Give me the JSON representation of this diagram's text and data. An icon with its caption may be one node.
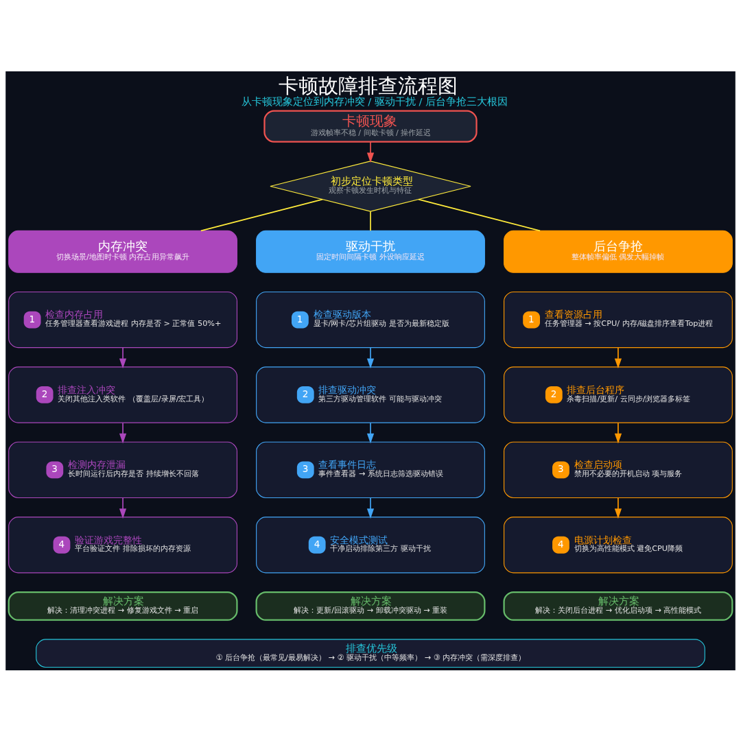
{
  "diagram": {
    "title": "卡顿故障排查流程图",
    "caption": "从卡顿现象定位到内存冲突 / 驱动干扰 / 后台争抢三大根因",
    "nodes": [
      {
        "text": [
          "卡顿现象",
          "游戏帧率不稳 / 间歇卡顿 / 操作延迟"
        ]
      },
      {
        "text": [
          "初步定位卡顿类型",
          "观察卡顿发生时机与特征"
        ]
      },
      {
        "text": [
          "内存冲突",
          "切换场景/地图时卡顿 内存占用异常飙升"
        ]
      },
      {
        "text": [
          "1",
          "检查内存占用",
          "任务管理器查看游戏进程 内存是否 > 正常值 50%+"
        ]
      },
      {
        "text": [
          "2",
          "排查注入冲突",
          "关闭其他注入类软件 （覆盖层/录屏/宏工具）"
        ]
      },
      {
        "text": [
          "3",
          "检测内存泄漏",
          "长时间运行后内存是否 持续增长不回落"
        ]
      },
      {
        "text": [
          "4",
          "验证游戏完整性",
          "平台验证文件 排除损坏的内存资源"
        ]
      },
      {
        "text": [
          "解决方案",
          "解决：清理冲突进程 → 修复游戏文件 → 重启"
        ]
      },
      {
        "text": [
          "驱动干扰",
          "固定时间间隔卡顿 外设响应延迟"
        ]
      },
      {
        "text": [
          "1",
          "检查驱动版本",
          "显卡/网卡/芯片组驱动 是否为最新稳定版"
        ]
      },
      {
        "text": [
          "2",
          "排查驱动冲突",
          "第三方驱动管理软件 可能与驱动冲突"
        ]
      },
      {
        "text": [
          "3",
          "查看事件日志",
          "事件查看器 → 系统日志筛选驱动错误"
        ]
      },
      {
        "text": [
          "4",
          "安全模式测试",
          "干净启动排除第三方 驱动干扰"
        ]
      },
      {
        "text": [
          "解决方案",
          "解决：更新/回滚驱动 → 卸载冲突驱动 → 重装"
        ]
      },
      {
        "text": [
          "后台争抢",
          "整体帧率偏低 偶发大幅掉帧"
        ]
      },
      {
        "text": [
          "1",
          "查看资源占用",
          "任务管理器 → 按CPU/ 内存/磁盘排序查看Top进程"
        ]
      },
      {
        "text": [
          "2",
          "排查后台程序",
          "杀毒扫描/更新/ 云同步/浏览器多标签"
        ]
      },
      {
        "text": [
          "3",
          "检查启动项",
          "禁用不必要的开机启动 项与服务"
        ]
      },
      {
        "text": [
          "4",
          "电源计划检查",
          "切换为高性能模式 避免CPU降频"
        ]
      },
      {
        "text": [
          "解决方案",
          "解决：关闭后台进程 → 优化启动项 → 高性能模式"
        ]
      },
      {
        "text": [
          "排查优先级",
          "① 后台争抢（最常见/最易解决） → ② 驱动干扰（中等频率） → ③ 内存冲突（需深度排查）"
        ]
      }
    ],
    "edges": [
      {
        "from": 0,
        "to": 1,
        "arrow": "to",
        "color": "#ef5350"
      },
      {
        "from": 1,
        "to": 2,
        "arrow": "none",
        "color": "#ffeb3b"
      },
      {
        "from": 1,
        "to": 8,
        "arrow": "none",
        "color": "#ffeb3b"
      },
      {
        "from": 1,
        "to": 14,
        "arrow": "none",
        "color": "#ffeb3b"
      },
      {
        "from": 3,
        "to": 4,
        "arrow": "to",
        "color": "#ab47bc"
      },
      {
        "from": 4,
        "to": 5,
        "arrow": "to",
        "color": "#ab47bc"
      },
      {
        "from": 5,
        "to": 6,
        "arrow": "to",
        "color": "#ab47bc"
      },
      {
        "from": 9,
        "to": 10,
        "arrow": "to",
        "color": "#42a5f5"
      },
      {
        "from": 10,
        "to": 11,
        "arrow": "to",
        "color": "#42a5f5"
      },
      {
        "from": 11,
        "to": 12,
        "arrow": "to",
        "color": "#42a5f5"
      },
      {
        "from": 15,
        "to": 16,
        "arrow": "to",
        "color": "#ff9800"
      },
      {
        "from": 16,
        "to": 17,
        "arrow": "to",
        "color": "#ff9800"
      },
      {
        "from": 17,
        "to": 18,
        "arrow": "to",
        "color": "#ff9800"
      }
    ]
  }
}
